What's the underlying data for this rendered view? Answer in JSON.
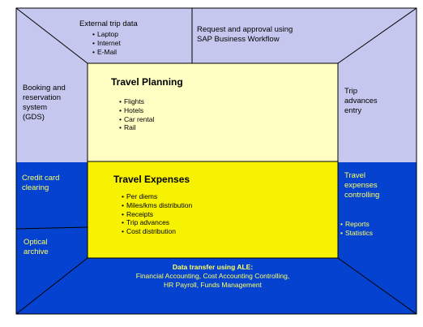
{
  "colors": {
    "frame_light": "#c6c7ef",
    "frame_dark": "#0442cf",
    "planning_fill": "#ffffc4",
    "expenses_fill": "#f6f201",
    "outline": "#000000"
  },
  "top_left": {
    "heading": "External trip data",
    "items": [
      "Laptop",
      "Internet",
      "E-Mail"
    ]
  },
  "top_right": {
    "line1": "Request and approval using",
    "line2": "SAP Business Workflow"
  },
  "left_upper": {
    "line1": "Booking and",
    "line2": "reservation",
    "line3": "system",
    "line4": "(GDS)"
  },
  "right_upper": {
    "line1": "Trip",
    "line2": "advances",
    "line3": "entry"
  },
  "planning": {
    "title": "Travel Planning",
    "items": [
      "Flights",
      "Hotels",
      "Car rental",
      "Rail"
    ]
  },
  "expenses": {
    "title": "Travel Expenses",
    "items": [
      "Per diems",
      "Miles/kms distribution",
      "Receipts",
      "Trip advances",
      "Cost distribution"
    ]
  },
  "left_lower_a": {
    "line1": "Credit card",
    "line2": "clearing"
  },
  "left_lower_b": {
    "line1": "Optical",
    "line2": "archive"
  },
  "right_lower": {
    "line1": "Travel",
    "line2": "expenses",
    "line3": "controlling",
    "items": [
      "Reports",
      "Statistics"
    ]
  },
  "bottom": {
    "line1": "Data transfer using ALE:",
    "line2": "Financial Accounting, Cost Accounting Controlling,",
    "line3": "HR Payroll, Funds Management"
  }
}
